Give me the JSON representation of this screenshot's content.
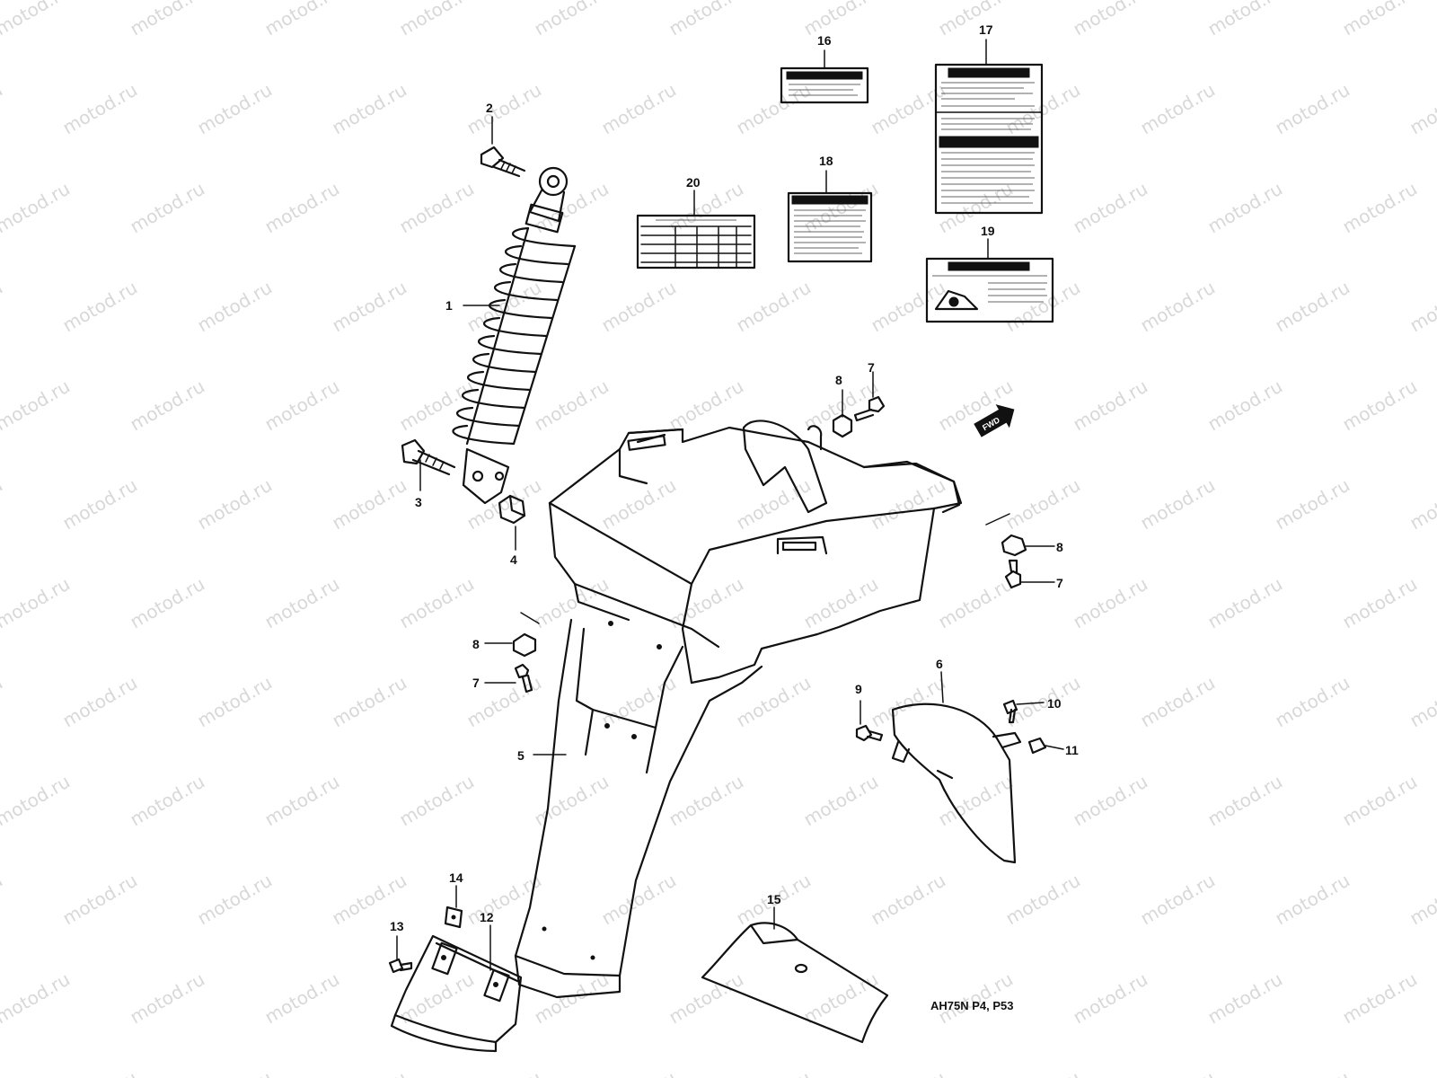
{
  "watermark": "motod.ru",
  "reference_code": "AH75N P4, P53",
  "direction_label": "FWD",
  "part_numbers": {
    "shock_absorber": "1",
    "shock_upper_bolt": "2",
    "shock_lower_bolt": "3",
    "shock_nut": "4",
    "rear_fender": "5",
    "inner_mudguard": "6",
    "screw_a": "7",
    "nut_a": "8",
    "bolt_mudguard": "9",
    "screw_b": "10",
    "clip_nut": "11",
    "mud_flap": "12",
    "flap_screw": "13",
    "flap_clip": "14",
    "fender_cover": "15",
    "label_16": "16",
    "label_17": "17",
    "label_18": "18",
    "label_19": "19",
    "label_20": "20"
  }
}
